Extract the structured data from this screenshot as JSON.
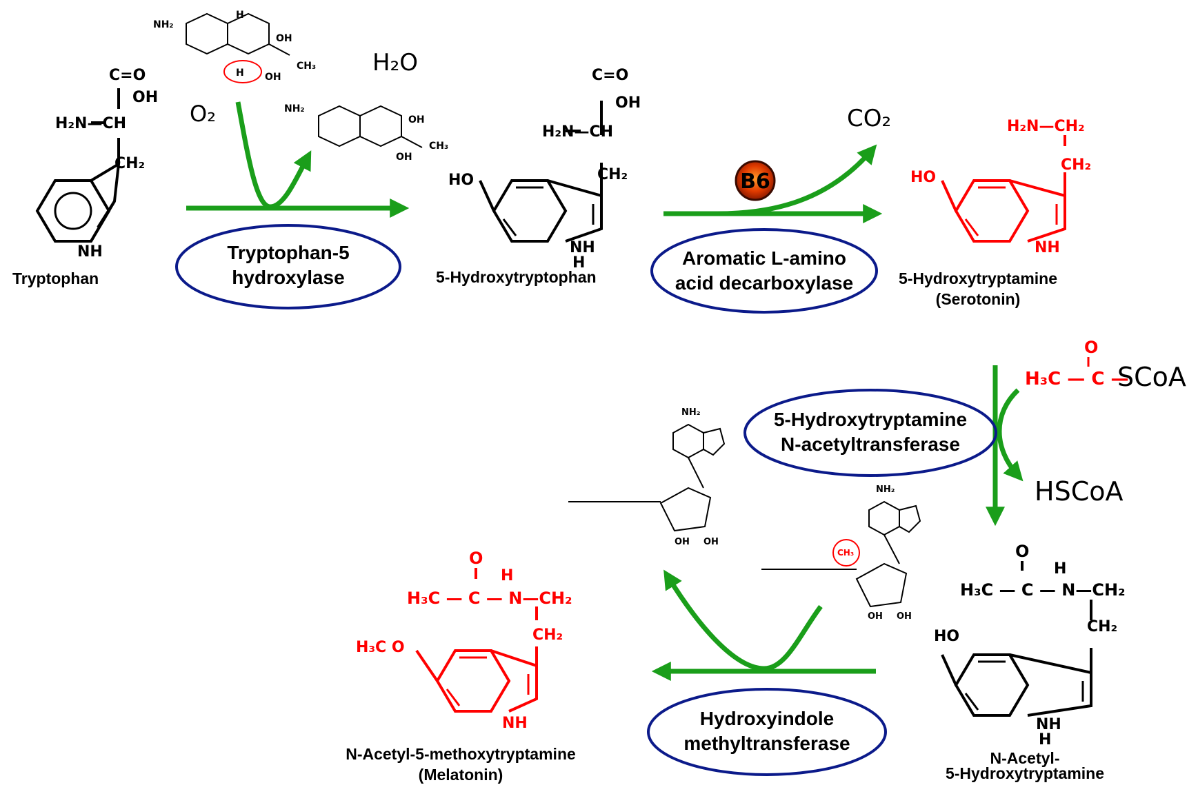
{
  "compounds": {
    "tryptophan": "Tryptophan",
    "hydroxytryptophan": "5-Hydroxytryptophan",
    "serotonin_line1": "5-Hydroxytryptamine",
    "serotonin_line2": "(Serotonin)",
    "nacetyl_line1": "N-Acetyl-",
    "nacetyl_line2": "5-Hydroxytryptamine",
    "melatonin_line1": "N-Acetyl-5-methoxytryptamine",
    "melatonin_line2": "(Melatonin)"
  },
  "enzymes": {
    "tph_line1": "Tryptophan-5",
    "tph_line2": "hydroxylase",
    "aadc_line1": "Aromatic L-amino",
    "aadc_line2": "acid decarboxylase",
    "aanat_line1": "5-Hydroxytryptamine",
    "aanat_line2": "N-acetyltransferase",
    "hiomt_line1": "Hydroxyindole",
    "hiomt_line2": "methyltransferase"
  },
  "cofactors": {
    "o2": "O₂",
    "h2o": "H₂O",
    "co2": "CO₂",
    "b6": "B6",
    "acetyl_coa_prefix": "H₃C — C —",
    "acetyl_coa_o": "O",
    "acetyl_coa_scoa": "SCoA",
    "hscoa": "HSCoA"
  },
  "groups": {
    "cooh_top": "C=O",
    "oh": "OH",
    "h2n_ch": "H₂N—CH",
    "ch2": "CH₂",
    "nh": "NH",
    "h": "H",
    "ho": "HO",
    "h2n_ch2": "H₂N—CH₂",
    "h3c_c_nh": "H₃C — C — N—CH₂",
    "h3co": "H₃C O",
    "ch3": "CH₃",
    "nh2": "NH₂"
  },
  "colors": {
    "arrow": "#1a9e1a",
    "enzyme_border": "#0b1a8a",
    "product_red": "#ff0000",
    "text": "#000000",
    "b6_fill": "#e03a00"
  }
}
